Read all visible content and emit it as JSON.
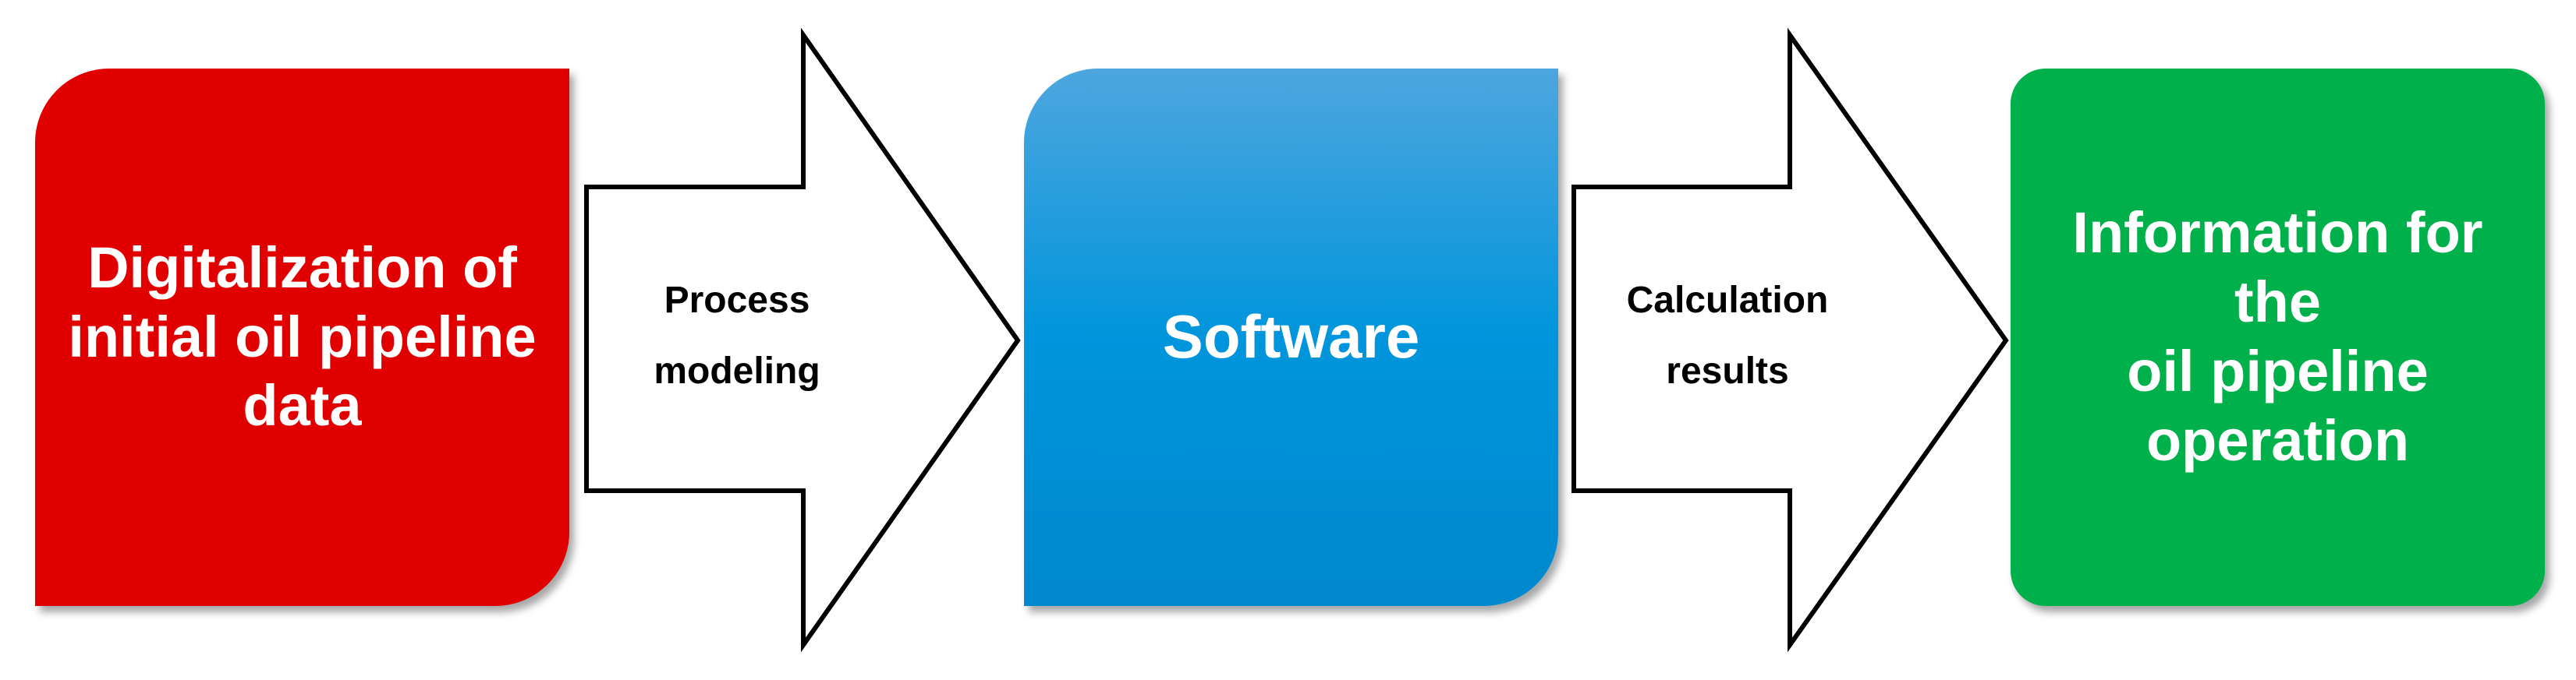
{
  "boxes": {
    "input": {
      "line1": "Digitalization of",
      "line2": "initial oil pipeline",
      "line3": "data",
      "color": "#e00000"
    },
    "software": {
      "line1": "Software",
      "color": "#0095dc"
    },
    "output": {
      "line1": "Information for the",
      "line2": "oil pipeline",
      "line3": "operation",
      "color": "#00b04a"
    }
  },
  "arrows": {
    "first": {
      "line1": "Process",
      "line2": "modeling"
    },
    "second": {
      "line1": "Calculation",
      "line2": "results"
    }
  }
}
